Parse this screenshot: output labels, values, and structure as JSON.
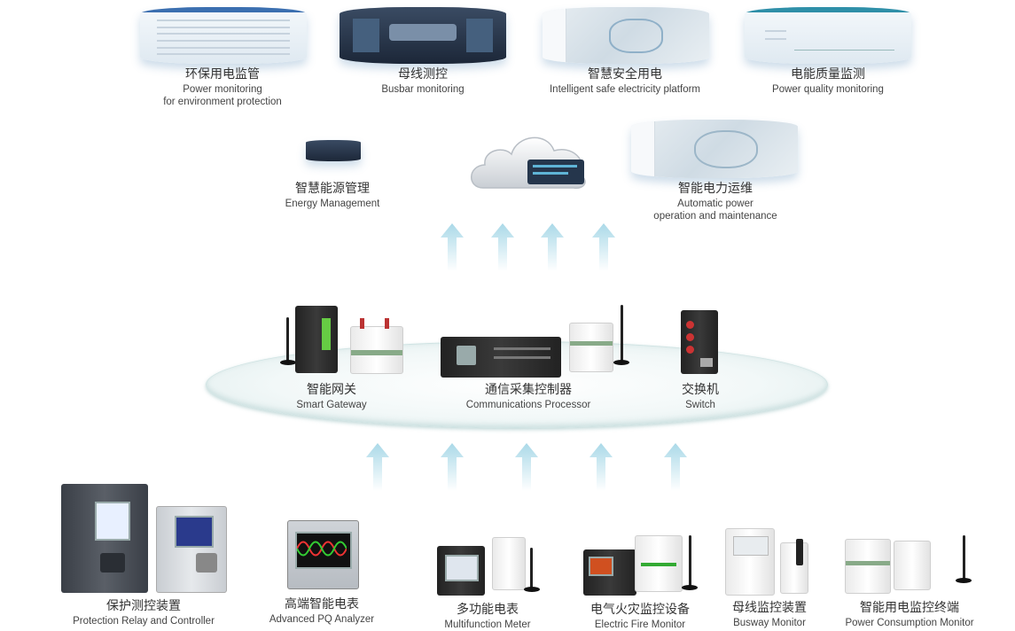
{
  "platforms": [
    {
      "cn": "环保用电监管",
      "en1": "Power monitoring",
      "en2": "for environment protection"
    },
    {
      "cn": "母线测控",
      "en1": "Busbar monitoring",
      "en2": ""
    },
    {
      "cn": "智慧安全用电",
      "en1": "Intelligent safe electricity platform",
      "en2": ""
    },
    {
      "cn": "电能质量监测",
      "en1": "Power quality monitoring",
      "en2": ""
    },
    {
      "cn": "智慧能源管理",
      "en1": "Energy Management",
      "en2": ""
    },
    {
      "cn": "智能电力运维",
      "en1": "Automatic power",
      "en2": "operation and maintenance"
    }
  ],
  "network": [
    {
      "cn": "智能网关",
      "en": "Smart Gateway"
    },
    {
      "cn": "通信采集控制器",
      "en": "Communications Processor"
    },
    {
      "cn": "交换机",
      "en": "Switch"
    }
  ],
  "devices": [
    {
      "cn": "保护测控装置",
      "en": "Protection Relay and Controller"
    },
    {
      "cn": "高端智能电表",
      "en": "Advanced PQ Analyzer"
    },
    {
      "cn": "多功能电表",
      "en": "Multifunction Meter"
    },
    {
      "cn": "电气火灾监控设备",
      "en": "Electric Fire Monitor"
    },
    {
      "cn": "母线监控装置",
      "en": "Busway Monitor"
    },
    {
      "cn": "智能用电监控终端",
      "en": "Power Consumption Monitor"
    }
  ],
  "colors": {
    "arrow": "#bfe3ee",
    "accent": "#3b6fb0",
    "ellipse": "#dbeaea"
  }
}
